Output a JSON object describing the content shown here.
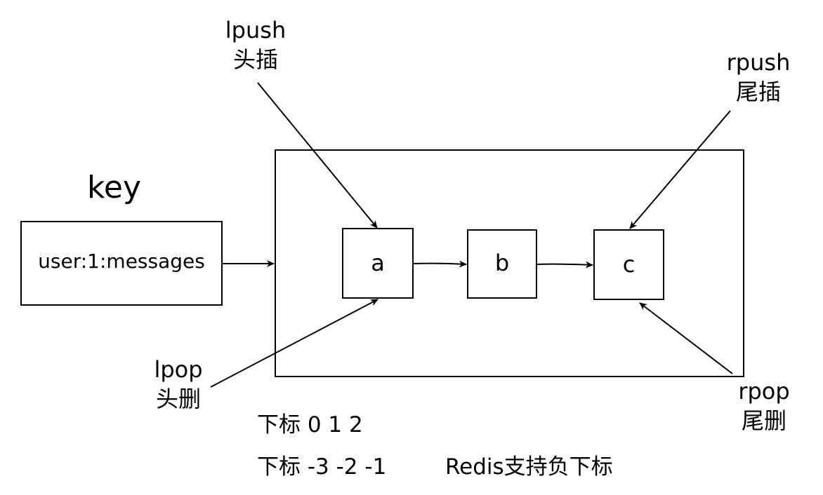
{
  "key": {
    "title": "key",
    "name": "user:1:messages"
  },
  "nodes": [
    {
      "label": "a"
    },
    {
      "label": "b"
    },
    {
      "label": "c"
    }
  ],
  "ops": {
    "lpush": {
      "cmd": "lpush",
      "desc": "头插"
    },
    "rpush": {
      "cmd": "rpush",
      "desc": "尾插"
    },
    "lpop": {
      "cmd": "lpop",
      "desc": "头删"
    },
    "rpop": {
      "cmd": "rpop",
      "desc": "尾删"
    }
  },
  "indices": {
    "positive": "下标 0 1 2",
    "negative": "下标 -3 -2 -1",
    "note": "Redis支持负下标"
  }
}
